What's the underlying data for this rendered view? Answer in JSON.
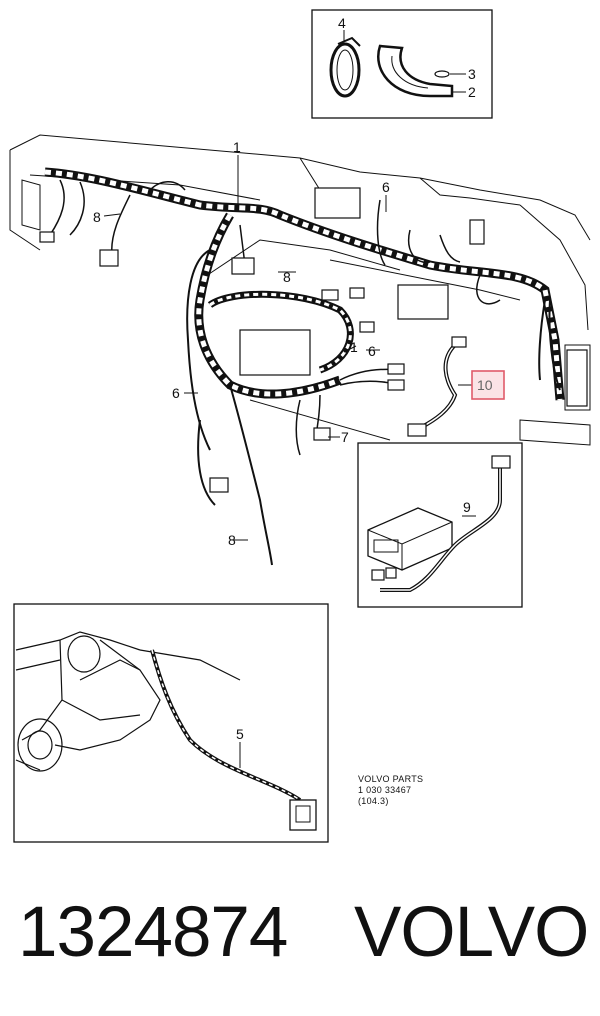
{
  "callouts": {
    "c1": "1",
    "c1b": "1",
    "c2": "2",
    "c3": "3",
    "c4": "4",
    "c5": "5",
    "c6a": "6",
    "c6b": "6",
    "c6c": "6",
    "c7": "7",
    "c8a": "8",
    "c8b": "8",
    "c8c": "8",
    "c9": "9",
    "c10": "10"
  },
  "stamp": {
    "line1": "VOLVO PARTS",
    "line2": "1 030  33467",
    "line3": "(104.3)"
  },
  "caption": {
    "part_number": "1324874",
    "brand": "VOLVO"
  },
  "colors": {
    "highlight_box": "#e05a6a",
    "highlight_fill": "#fbe3e6"
  }
}
